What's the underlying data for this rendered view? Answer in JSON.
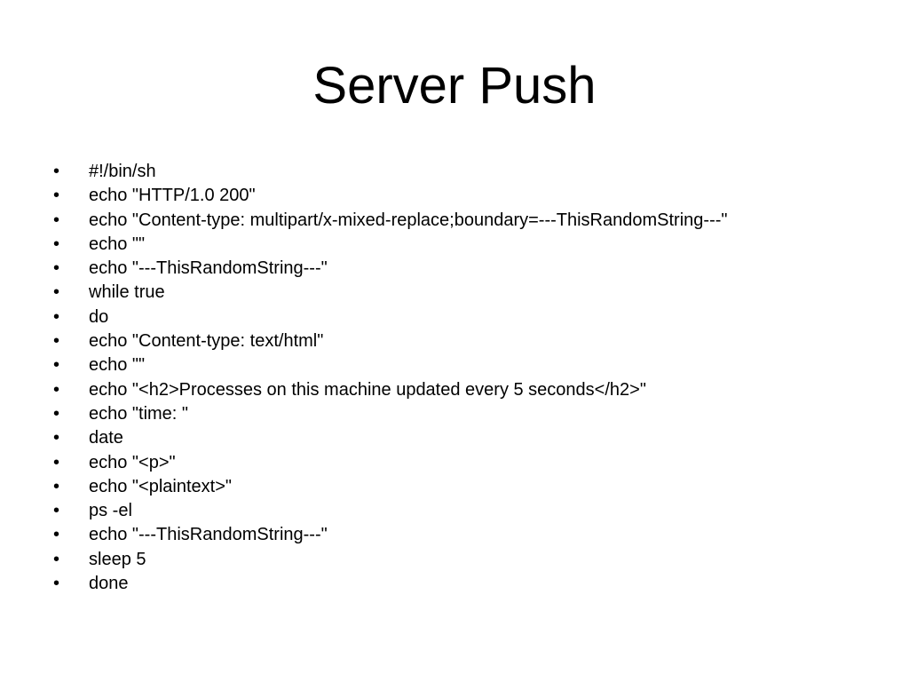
{
  "slide": {
    "title": "Server Push",
    "bullet_symbol": "•",
    "bullets": [
      "#!/bin/sh",
      "echo \"HTTP/1.0 200\"",
      "echo \"Content-type: multipart/x-mixed-replace;boundary=---ThisRandomString---\"",
      "echo \"\"",
      "echo \"---ThisRandomString---\"",
      "while true",
      "do",
      "echo \"Content-type: text/html\"",
      "echo \"\"",
      "echo \"<h2>Processes on this machine updated every 5 seconds</h2>\"",
      "echo \"time: \"",
      "date",
      "echo \"<p>\"",
      "echo \"<plaintext>\"",
      "ps -el",
      "echo \"---ThisRandomString---\"",
      "sleep 5",
      "done"
    ]
  }
}
